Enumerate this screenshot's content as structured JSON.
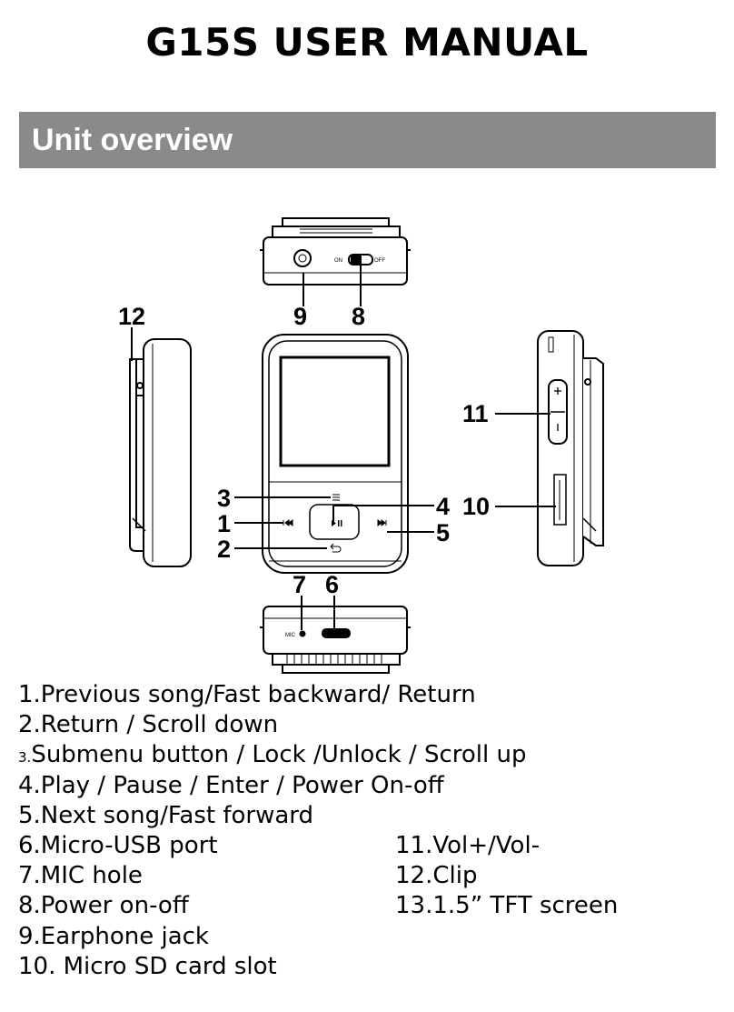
{
  "document": {
    "title": "G15S USER MANUAL",
    "section_title": "Unit overview"
  },
  "diagram": {
    "callouts": [
      "1",
      "2",
      "3",
      "4",
      "5",
      "6",
      "7",
      "8",
      "9",
      "10",
      "11",
      "12"
    ],
    "device_labels": {
      "switch_on": "ON",
      "switch_off": "OFF",
      "mic": "MIC"
    }
  },
  "legend": {
    "left": [
      "1.Previous song/Fast backward/ Return",
      "2.Return / Scroll down",
      {
        "num": "3.",
        "text": "Submenu button / Lock /Unlock / Scroll up"
      },
      "4.Play / Pause / Enter / Power On-off",
      "5.Next song/Fast forward",
      "6.Micro-USB port",
      "7.MIC hole",
      "8.Power on-off",
      "9.Earphone jack",
      "10. Micro SD card slot"
    ],
    "right": [
      "11.Vol+/Vol-",
      "12.Clip",
      "13.1.5” TFT screen"
    ]
  }
}
